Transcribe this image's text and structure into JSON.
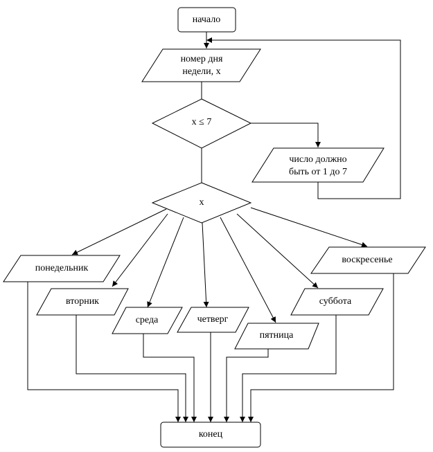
{
  "flowchart": {
    "start": "начало",
    "input": {
      "line1": "номер дня",
      "line2": "недели, x"
    },
    "condition": "x ≤ 7",
    "error_output": {
      "line1": "число должно",
      "line2": "быть от 1 до 7"
    },
    "switch": "x",
    "days": {
      "monday": "понедельник",
      "tuesday": "вторник",
      "wednesday": "среда",
      "thursday": "четверг",
      "friday": "пятница",
      "saturday": "суббота",
      "sunday": "воскресенье"
    },
    "end": "конец"
  }
}
